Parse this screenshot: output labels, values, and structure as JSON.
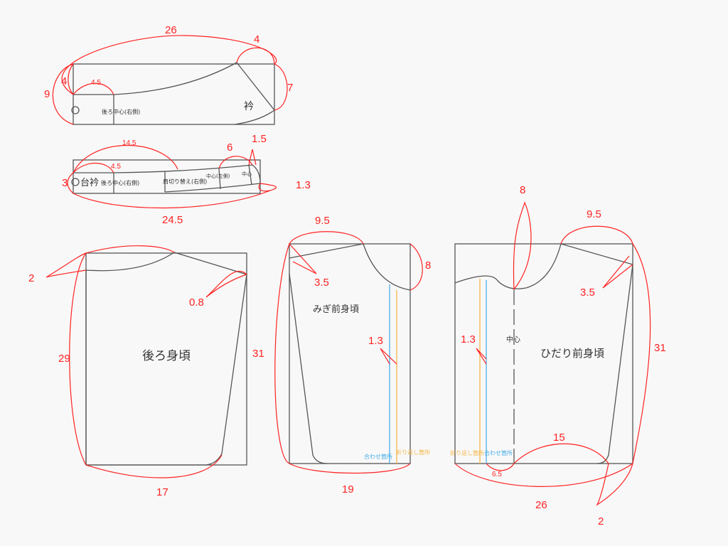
{
  "collar": {
    "title": "衿",
    "center_back": "後ろ中心(右側)",
    "dims": {
      "length": "26",
      "top_right": "4",
      "height": "9",
      "left": "4",
      "right": "7",
      "center": "4.5"
    }
  },
  "stand_collar": {
    "title": "台衿",
    "center_back": "後ろ中心(右側)",
    "shoulder": "肩切り替え(右側)",
    "center_left": "中心(左側)",
    "center": "中心",
    "dims": {
      "top": "14.5",
      "center": "4.5",
      "six": "6",
      "tip": "1.5",
      "left": "3",
      "right": "1.3",
      "bottom": "24.5"
    }
  },
  "back_body": {
    "title": "後ろ身頃",
    "dims": {
      "neck_drop": "2",
      "shoulder": "0.8",
      "side": "29",
      "length": "31",
      "hem": "17"
    }
  },
  "right_front": {
    "title": "みぎ前身頃",
    "overlap": "合わせ箇所",
    "fold": "折り返し箇所",
    "dims": {
      "neck_width": "9.5",
      "shoulder": "3.5",
      "neck_depth": "8",
      "band": "1.3",
      "hem": "19"
    }
  },
  "left_front": {
    "title": "ひだり前身頃",
    "center": "中心",
    "overlap": "合わせ箇所",
    "fold": "折り返し箇所",
    "dims": {
      "neck_depth": "8",
      "neck_width": "9.5",
      "shoulder": "3.5",
      "band": "1.3",
      "length": "31",
      "hem_curve": "15",
      "offset": "6.5",
      "hem": "26",
      "hem_drop": "2"
    }
  },
  "colors": {
    "pattern": "#555555",
    "dimension": "#ff2222",
    "overlap": "#4aaee8",
    "fold": "#f5b84a"
  }
}
